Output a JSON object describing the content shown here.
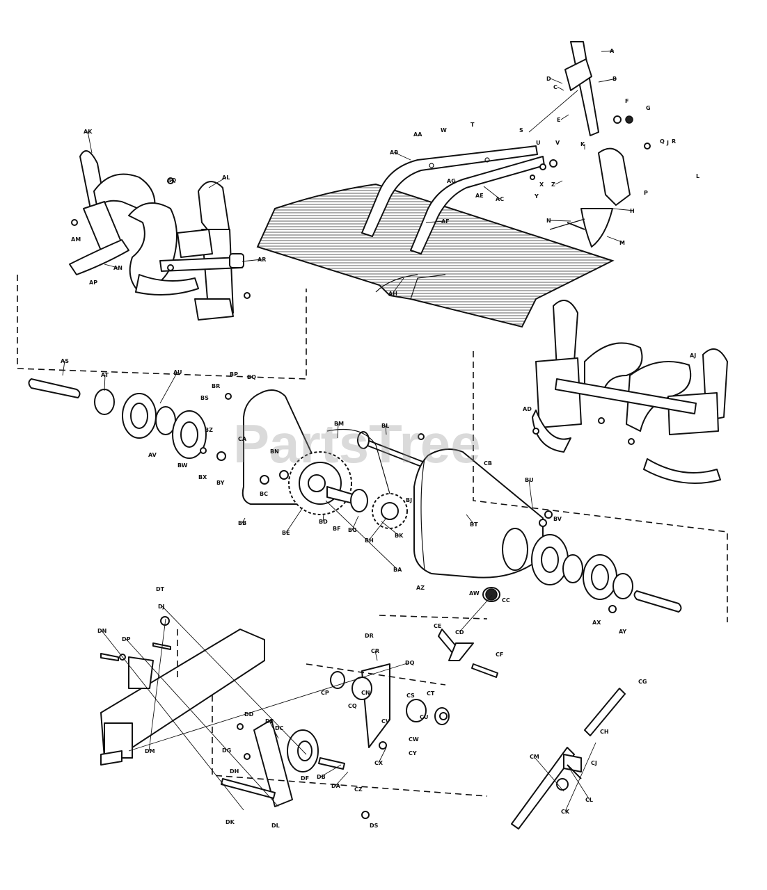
{
  "watermark": "PartsTree",
  "labels": [
    "A",
    "B",
    "C",
    "D",
    "E",
    "F",
    "G",
    "H",
    "J",
    "K",
    "L",
    "M",
    "N",
    "P",
    "Q",
    "R",
    "S",
    "T",
    "U",
    "V",
    "W",
    "X",
    "Y",
    "Z",
    "AA",
    "AB",
    "AC",
    "AD",
    "AE",
    "AF",
    "AG",
    "AH",
    "AJ",
    "AK",
    "AL",
    "AM",
    "AN",
    "AP",
    "AQ",
    "AR",
    "AS",
    "AT",
    "AU",
    "AV",
    "AW",
    "AX",
    "AY",
    "AZ",
    "BA",
    "BB",
    "BC",
    "BD",
    "BE",
    "BF",
    "BG",
    "BH",
    "BJ",
    "BK",
    "BL",
    "BM",
    "BN",
    "BP",
    "BQ",
    "BR",
    "BS",
    "BT",
    "BU",
    "BV",
    "BW",
    "BX",
    "BY",
    "BZ",
    "CA",
    "CB",
    "CC",
    "CD",
    "CE",
    "CF",
    "CG",
    "CH",
    "CJ",
    "CK",
    "CL",
    "CM",
    "CN",
    "CP",
    "CQ",
    "CR",
    "CS",
    "CT",
    "CU",
    "CV",
    "CW",
    "CX",
    "CY",
    "CZ",
    "DA",
    "DB",
    "DC",
    "DD",
    "DE",
    "DF",
    "DG",
    "DH",
    "DJ",
    "DK",
    "DL",
    "DM",
    "DN",
    "DP",
    "DQ",
    "DR",
    "DS",
    "DT"
  ]
}
